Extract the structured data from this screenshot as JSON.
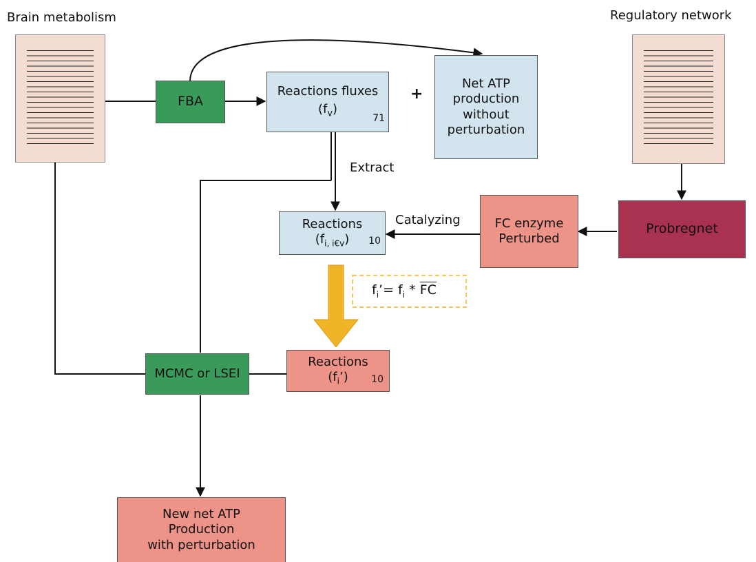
{
  "documents": {
    "brain_title": "Brain metabolism",
    "regulatory_title": "Regulatory network"
  },
  "nodes": {
    "fba": "FBA",
    "fluxes_line1": "Reactions fluxes",
    "fluxes_f": "f",
    "fluxes_sub": "v",
    "fluxes_count": "71",
    "plus": "+",
    "net_atp": [
      "Net ATP",
      "production",
      "without",
      "perturbation"
    ],
    "extract": "Extract",
    "reactions_line1": "Reactions",
    "reactions_f": "f",
    "reactions_sub": "i, i€v",
    "reactions_count": "10",
    "catalyzing": "Catalyzing",
    "fc_enzyme": [
      "FC enzyme",
      "Perturbed"
    ],
    "probregnet": "Probregnet",
    "formula_f1": "f",
    "formula_sub1": "i",
    "formula_mid": "’= f",
    "formula_sub2": "i",
    "formula_op": " * ",
    "formula_fc": "FC",
    "mcmc": "MCMC or LSEI",
    "perturbed_line1": "Reactions",
    "perturbed_f": "f",
    "perturbed_sub": "i",
    "perturbed_prime": "’",
    "perturbed_count": "10",
    "new_atp": [
      "New net ATP",
      "Production",
      "with perturbation"
    ]
  },
  "colors": {
    "green": "#3a9a5a",
    "light_blue": "#d2e4ee",
    "salmon": "#ee9387",
    "maroon": "#a8324f",
    "document": "#f3ddd2",
    "formula_border": "#f0b429",
    "big_arrow": "#f0b429"
  }
}
